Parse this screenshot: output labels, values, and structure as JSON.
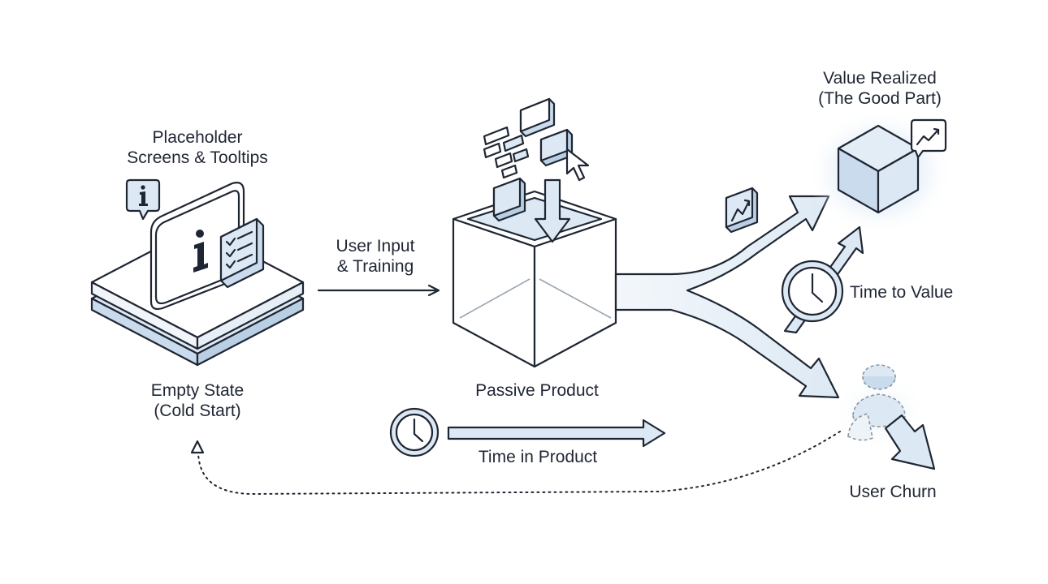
{
  "labels": {
    "placeholder": [
      "Placeholder",
      "Screens & Tooltips"
    ],
    "empty_state": [
      "Empty State",
      "(Cold Start)"
    ],
    "user_input": [
      "User Input",
      "& Training"
    ],
    "passive_product": "Passive Product",
    "time_in_product": "Time in Product",
    "value_realized": [
      "Value Realized",
      "(The Good Part)"
    ],
    "time_to_value": "Time to Value",
    "user_churn": "User Churn"
  },
  "icons": {
    "info_glyph": "i"
  },
  "colors": {
    "stroke": "#1f2633",
    "accent_fill": "#dce8f3",
    "accent_mid": "#c9dbec",
    "glow": "#d8e8f6"
  }
}
